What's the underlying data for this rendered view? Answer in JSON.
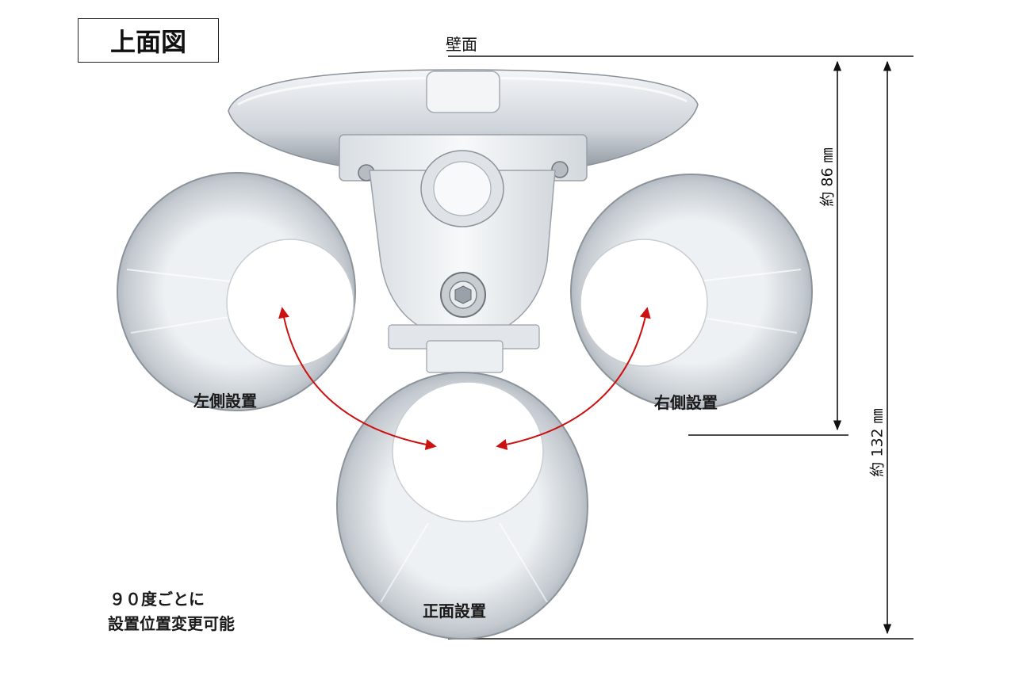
{
  "title": "上面図",
  "wall_label": "壁面",
  "labels": {
    "left": "左側設置",
    "right": "右側設置",
    "front": "正面設置"
  },
  "dimensions": {
    "short": "約 86 ㎜",
    "long": "約 132 ㎜"
  },
  "note": {
    "line1": "９０度ごとに",
    "line2": "設置位置変更可能"
  },
  "colors": {
    "arrow": "#cc1111",
    "cylinder": "#b9bfc6",
    "mount": "#e8ecf0",
    "line": "#111111"
  },
  "icons": [
    "wall-mount-bracket-icon",
    "cylinder-housing-icon",
    "hex-bolt-icon"
  ]
}
